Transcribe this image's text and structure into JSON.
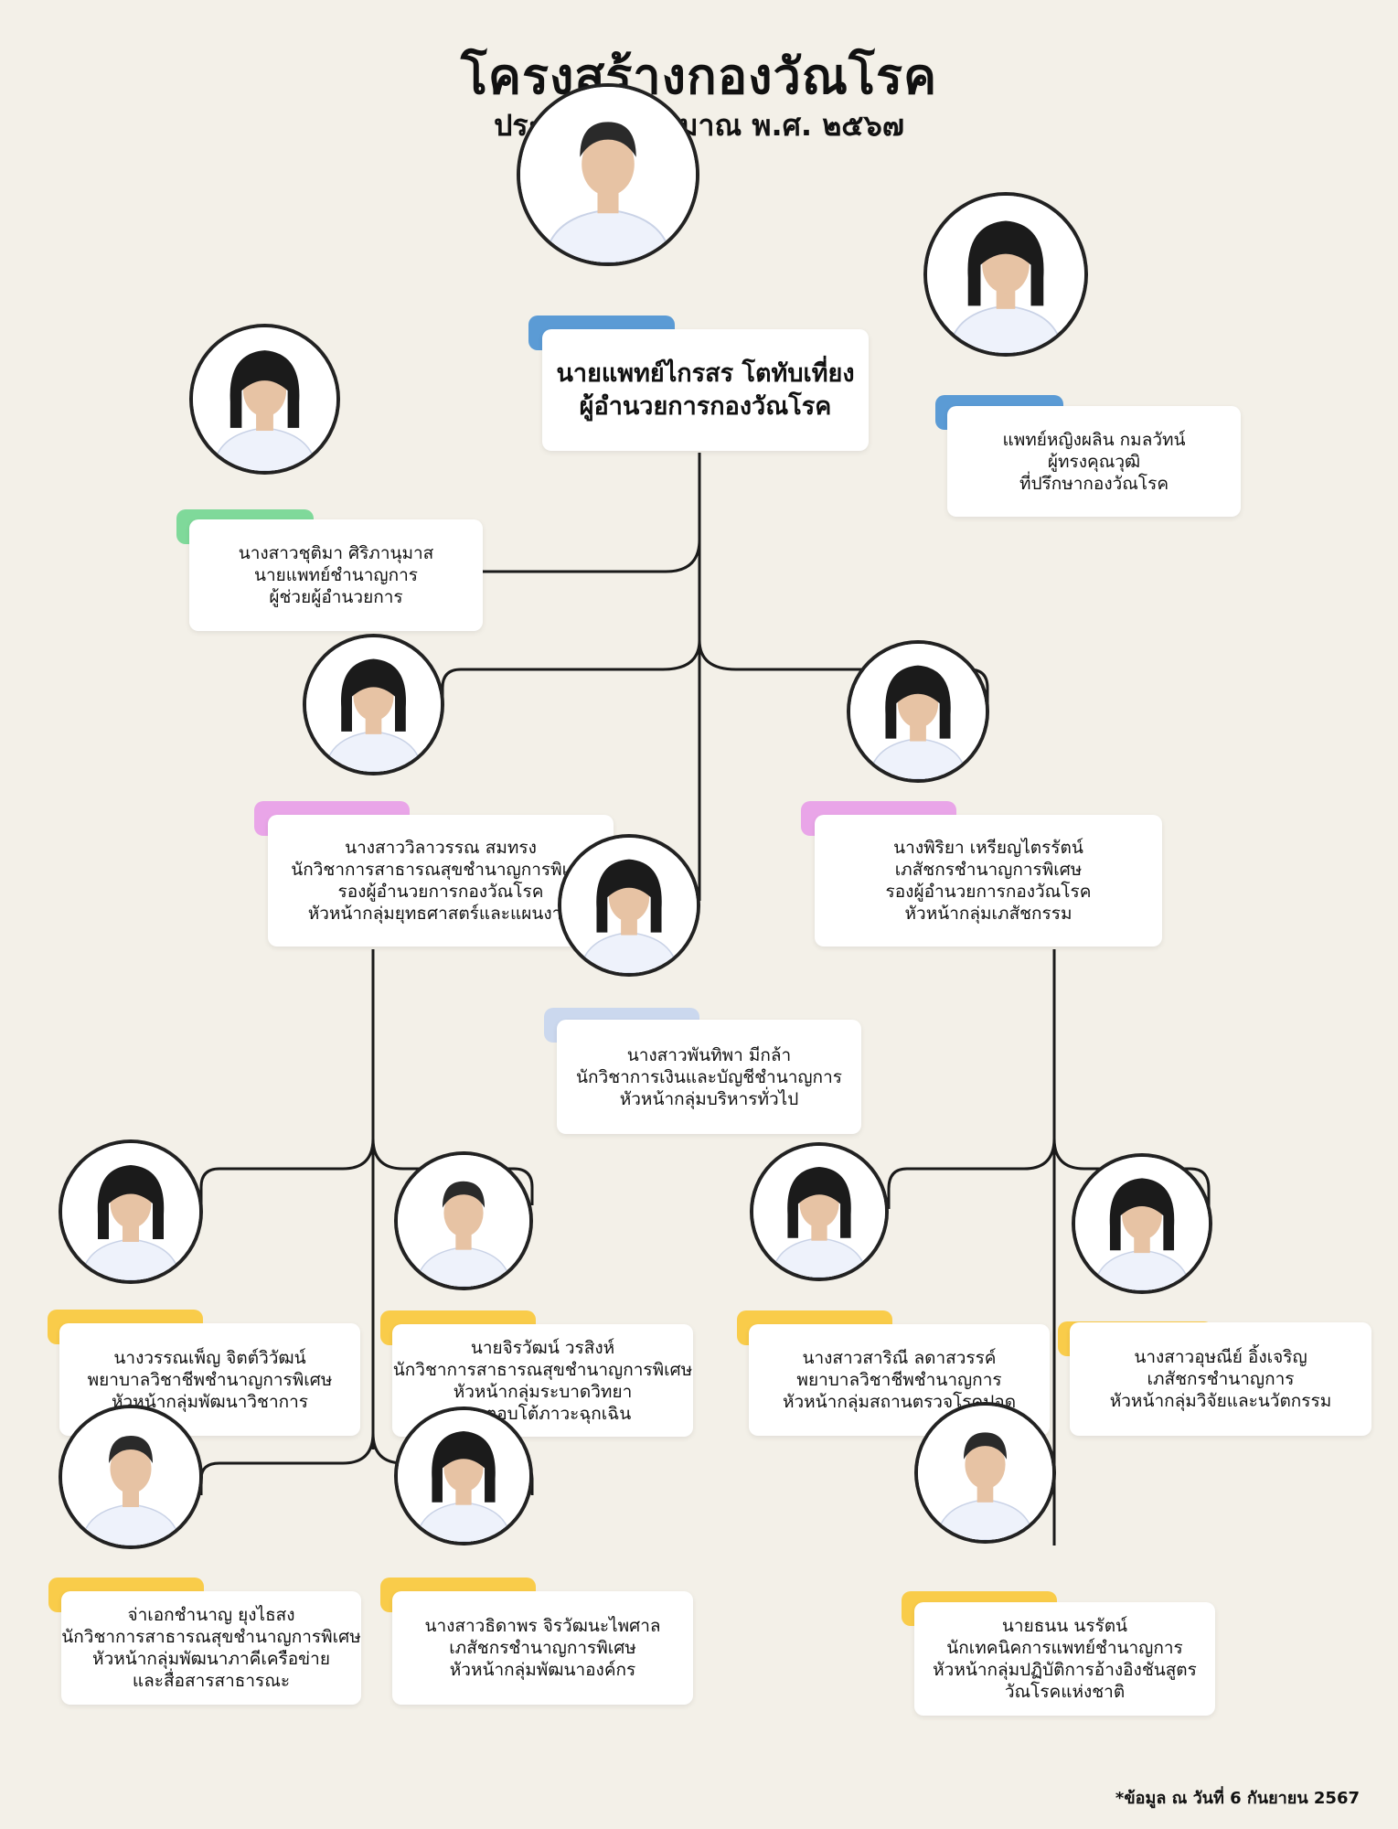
{
  "title": "โครงสร้างกองวัณโรค",
  "subtitle": "ประจำปีงบประมาณ พ.ศ. ๒๕๖๗",
  "footnote": "*ข้อมูล ณ วันที่ 6 กันยายน 2567",
  "colors": {
    "background": "#f3f0e8",
    "blue_tab": "#5b9bd5",
    "green_tab": "#7fd99a",
    "pink_tab": "#e9a5e8",
    "lightblue_tab": "#cbd8ee",
    "yellow_tab": "#f9cc4a",
    "line": "#1a1a1a"
  },
  "people": [
    {
      "id": "director",
      "lines": [
        "นายแพทย์ไกรสร โตทับเที่ยง",
        "ผู้อำนวยการกองวัณโรค"
      ],
      "tab_color": "blue",
      "icon": "man-portrait-icon"
    },
    {
      "id": "advisor",
      "lines": [
        "แพทย์หญิงผลิน กมลวัทน์",
        "ผู้ทรงคุณวุฒิ",
        "ที่ปรึกษากองวัณโรค"
      ],
      "tab_color": "blue",
      "icon": "woman-portrait-icon"
    },
    {
      "id": "assistant",
      "lines": [
        "นางสาวชุติมา ศิริภานุมาส",
        "นายแพทย์ชำนาญการ",
        "ผู้ช่วยผู้อำนวยการ"
      ],
      "tab_color": "green",
      "icon": "woman-portrait-icon"
    },
    {
      "id": "deputy-left",
      "lines": [
        "นางสาววิลาวรรณ สมทรง",
        "นักวิชาการสาธารณสุขชำนาญการพิเศษ",
        "รองผู้อำนวยการกองวัณโรค",
        "หัวหน้ากลุ่มยุทธศาสตร์และแผนงาน"
      ],
      "tab_color": "pink",
      "icon": "woman-portrait-icon"
    },
    {
      "id": "deputy-right",
      "lines": [
        "นางพิริยา เหรียญไตรรัตน์",
        "เภสัชกรชำนาญการพิเศษ",
        "รองผู้อำนวยการกองวัณโรค",
        "หัวหน้ากลุ่มเภสัชกรรม"
      ],
      "tab_color": "pink",
      "icon": "woman-portrait-icon"
    },
    {
      "id": "admin",
      "lines": [
        "นางสาวพันทิพา มีกล้า",
        "นักวิชาการเงินและบัญชีชำนาญการ",
        "หัวหน้ากลุ่มบริหารทั่วไป"
      ],
      "tab_color": "lightblue",
      "icon": "woman-portrait-icon"
    },
    {
      "id": "academic",
      "lines": [
        "นางวรรณเพ็ญ จิตต์วิวัฒน์",
        "พยาบาลวิชาชีพชำนาญการพิเศษ",
        "หัวหน้ากลุ่มพัฒนาวิชาการ"
      ],
      "tab_color": "yellow",
      "icon": "woman-portrait-icon"
    },
    {
      "id": "epidemiology",
      "lines": [
        "นายจิรวัฒน์ วรสิงห์",
        "นักวิชาการสาธารณสุขชำนาญการพิเศษ",
        "หัวหน้ากลุ่มระบาดวิทยา",
        "และตอบโต้ภาวะฉุกเฉิน"
      ],
      "tab_color": "yellow",
      "icon": "man-portrait-icon"
    },
    {
      "id": "network",
      "lines": [
        "จ่าเอกชำนาญ ยุงไธสง",
        "นักวิชาการสาธารณสุขชำนาญการพิเศษ",
        "หัวหน้ากลุ่มพัฒนาภาคีเครือข่าย",
        "และสื่อสารสาธารณะ"
      ],
      "tab_color": "yellow",
      "icon": "man-portrait-icon"
    },
    {
      "id": "organization",
      "lines": [
        "นางสาวธิดาพร จิรวัฒนะไพศาล",
        "เภสัชกรชำนาญการพิเศษ",
        "หัวหน้ากลุ่มพัฒนาองค์กร"
      ],
      "tab_color": "yellow",
      "icon": "woman-portrait-icon"
    },
    {
      "id": "clinic",
      "lines": [
        "นางสาวสาริณี ลดาสวรรค์",
        "พยาบาลวิชาชีพชำนาญการ",
        "หัวหน้ากลุ่มสถานตรวจโรคปอด"
      ],
      "tab_color": "yellow",
      "icon": "woman-portrait-icon"
    },
    {
      "id": "research",
      "lines": [
        "นางสาวอุษณีย์ อิ้งเจริญ",
        "เภสัชกรชำนาญการ",
        "หัวหน้ากลุ่มวิจัยและนวัตกรรม"
      ],
      "tab_color": "yellow",
      "icon": "woman-portrait-icon"
    },
    {
      "id": "lab",
      "lines": [
        "นายธนน นรรัตน์",
        "นักเทคนิคการแพทย์ชำนาญการ",
        "หัวหน้ากลุ่มปฏิบัติการอ้างอิงชันสูตร",
        "วัณโรคแห่งชาติ"
      ],
      "tab_color": "yellow",
      "icon": "man-portrait-icon"
    }
  ]
}
